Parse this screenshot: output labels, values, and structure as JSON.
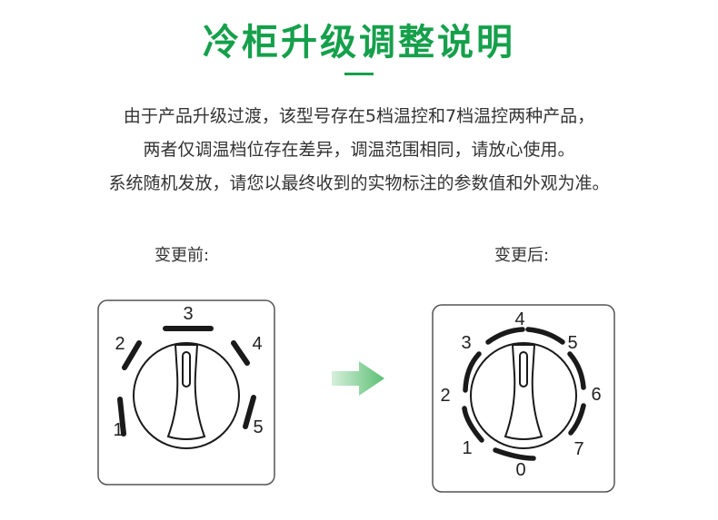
{
  "title": "冷柜升级调整说明",
  "description": [
    "由于产品升级过渡，该型号存在5档温控和7档温控两种产品，",
    "两者仅调温档位存在差异，调温范围相同，请放心使用。",
    "系统随机发放，请您以最终收到的实物标注的参数值和外观为准。"
  ],
  "before": {
    "label": "变更前:",
    "marks": [
      "1",
      "2",
      "3",
      "4",
      "5"
    ]
  },
  "after": {
    "label": "变更后:",
    "marks": [
      "0",
      "1",
      "2",
      "3",
      "4",
      "5",
      "6",
      "7"
    ]
  },
  "colors": {
    "accent": "#15a04b",
    "arrow": "#6cc57f"
  },
  "icons": {
    "arrow": "right-arrow-icon",
    "knob": "knob-icon"
  }
}
